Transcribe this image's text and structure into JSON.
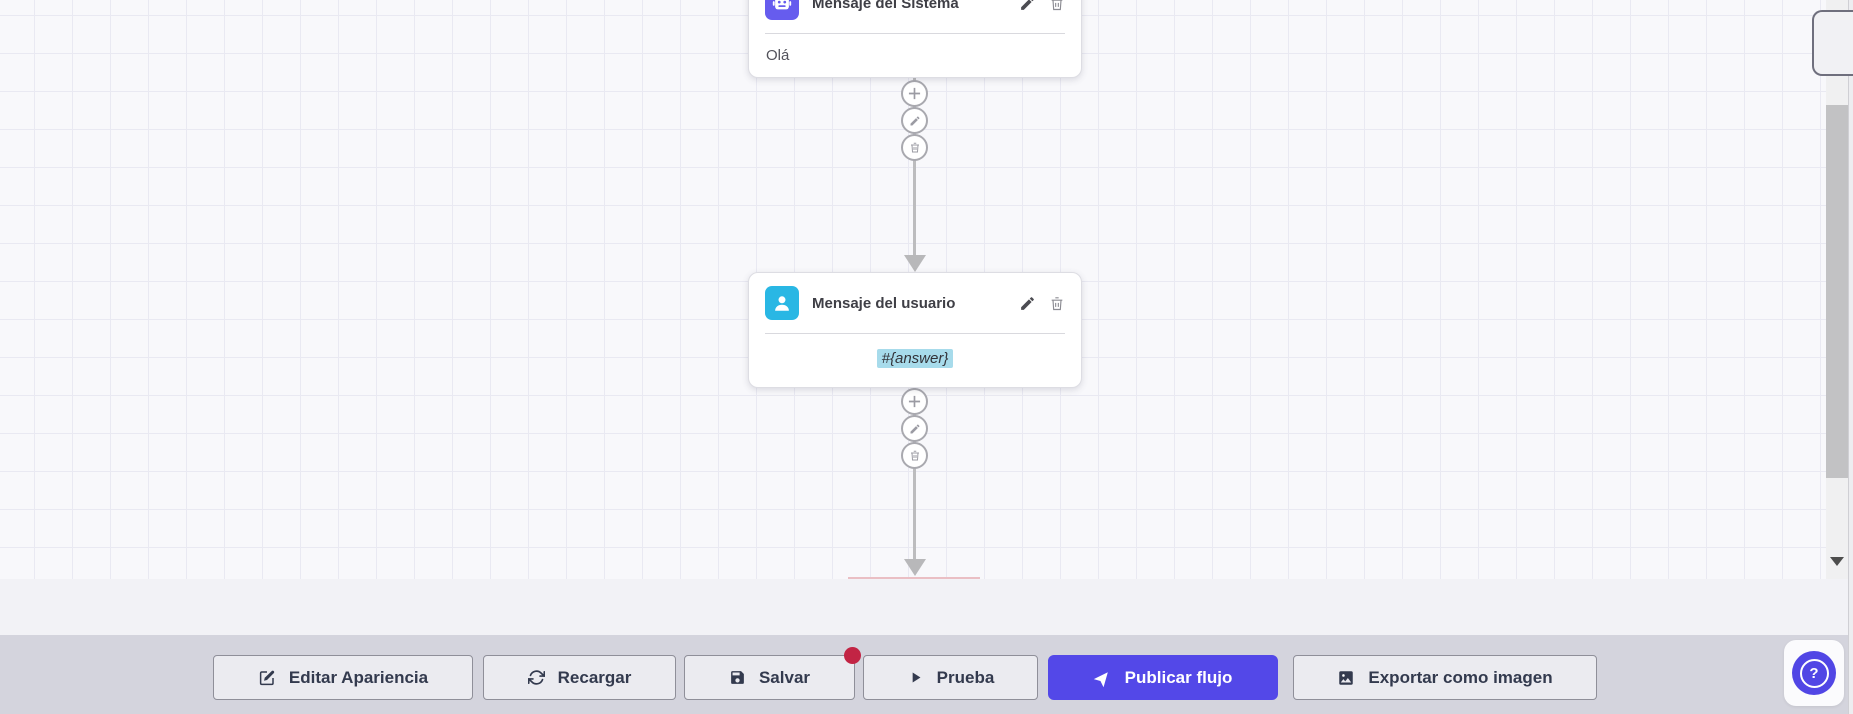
{
  "canvas": {
    "nodes": [
      {
        "title": "Mensaje del Sistema",
        "content": "Olá",
        "icon": "robot-icon",
        "icon_color": "#665cee"
      },
      {
        "title": "Mensaje del usuario",
        "content": "#{answer}",
        "icon": "user-icon",
        "icon_color": "#29b7e4",
        "content_highlight_color": "#a7dbeb"
      }
    ],
    "node_actions": {
      "edit_icon": "pencil-icon",
      "delete_icon": "trash-icon"
    },
    "connector_action_icons": [
      "plus-icon",
      "pencil-icon",
      "trash-icon"
    ]
  },
  "toolbar": {
    "buttons": [
      {
        "label": "Editar Apariencia",
        "icon": "edit-square-icon"
      },
      {
        "label": "Recargar",
        "icon": "refresh-icon"
      },
      {
        "label": "Salvar",
        "icon": "save-icon",
        "has_badge": true
      },
      {
        "label": "Prueba",
        "icon": "play-icon"
      },
      {
        "label": "Publicar flujo",
        "icon": "rocket-icon",
        "variant": "primary"
      },
      {
        "label": "Exportar como imagen",
        "icon": "image-icon"
      }
    ]
  },
  "help_button": {
    "label": "?"
  },
  "colors": {
    "primary": "#5348e8",
    "system_node_icon": "#665cee",
    "user_node_icon": "#29b7e4",
    "user_content_highlight": "#a7dbeb",
    "badge": "#c22444",
    "toolbar_bg": "#d4d4dd",
    "canvas_bg": "#f8f8fb",
    "connector_gray": "#b8b8ba"
  }
}
